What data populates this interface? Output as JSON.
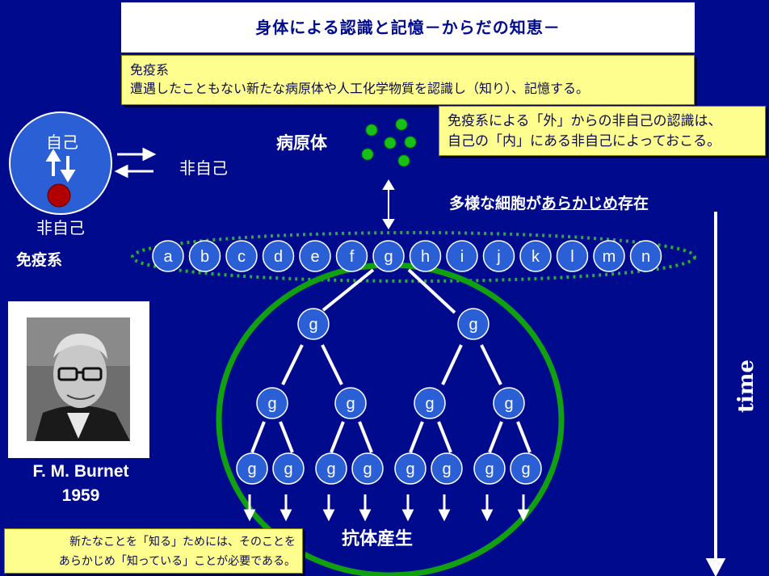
{
  "title": "身体による認識と記憶－からだの知恵－",
  "immune_box": {
    "line1": "免疫系",
    "line2": "遭遇したこともない新たな病原体や人工化学物質を認識し（知り）、記憶する。"
  },
  "nonself_box": {
    "line1": "免疫系による「外」からの非自己の認識は、",
    "line2": "自己の「内」にある非自己によっておこる。"
  },
  "know_box": {
    "line1": "新たなことを「知る」ためには、そのことを",
    "line2": "あらかじめ「知っている」ことが必要である。"
  },
  "self_circle": {
    "self_label": "自己",
    "nonself_inside_label": "非自己",
    "nonself_outside_label": "非自己",
    "immune_label": "免疫系"
  },
  "pathogen_label": "病原体",
  "diversity_label_before": "多様な細胞が",
  "diversity_label_underlined": "あらかじめ",
  "diversity_label_after": "存在",
  "cells": [
    "a",
    "b",
    "c",
    "d",
    "e",
    "f",
    "g",
    "h",
    "i",
    "j",
    "k",
    "l",
    "m",
    "n"
  ],
  "clone_label": "g",
  "antibody_label": "抗体産生",
  "time_label": "time",
  "burnet": {
    "name": "F. M. Burnet",
    "year": "1959"
  },
  "colors": {
    "background": "#000a8c",
    "cell_fill": "#2a5fd6",
    "yellow_box": "#fefe8e",
    "green": "#10a010",
    "nonself_dot": "#b00000"
  }
}
